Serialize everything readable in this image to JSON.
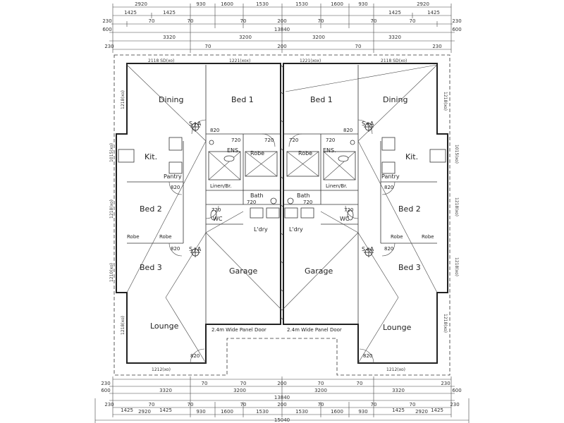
{
  "dims": {
    "row1": [
      "2920",
      "930",
      "1600",
      "1530",
      "1530",
      "1600",
      "930",
      "2920"
    ],
    "row1_sub": [
      "1425",
      "1425",
      "1425",
      "1425"
    ],
    "row2": [
      "230",
      "70",
      "70",
      "70",
      "200",
      "70",
      "70",
      "70",
      "230"
    ],
    "total_long": "13840",
    "row3": [
      "600",
      "3320",
      "3200",
      "3200",
      "3320",
      "600"
    ],
    "row4": [
      "230",
      "70",
      "200",
      "70",
      "230"
    ],
    "bottom_row4": [
      "230",
      "70",
      "70",
      "200",
      "70",
      "70",
      "230"
    ],
    "bottom_row3": [
      "600",
      "3320",
      "3200",
      "3200",
      "3320",
      "600"
    ],
    "bottom_total": "13840",
    "bottom_row2": [
      "230",
      "70",
      "70",
      "70",
      "200",
      "70",
      "70",
      "70",
      "230"
    ],
    "bottom_row1": [
      "2920",
      "930",
      "1600",
      "1530",
      "1530",
      "1600",
      "930",
      "2920"
    ],
    "bottom_row1_sub": [
      "1425",
      "1425",
      "1425",
      "1425"
    ],
    "overall": "15040"
  },
  "windows": {
    "top_left_sd": "2118 SD(xo)",
    "top_bed_left": "1221(xox)",
    "top_bed_right": "1221(xox)",
    "top_right_sd": "2118 SD(xo)",
    "lounge_left": "1212(xo)",
    "lounge_right": "1212(xo)",
    "side_1218": "1218(xo)",
    "side_1015": "1015(xo)",
    "side_1210": "1210(xo)"
  },
  "rooms": {
    "dining": "Dining",
    "bed1": "Bed 1",
    "kit": "Kit.",
    "pantry": "Pantry",
    "ens": "ENS.",
    "robe": "Robe",
    "linen": "Linen/Br.",
    "bath": "Bath",
    "bed2": "Bed 2",
    "wc": "WC",
    "ldry": "L'dry",
    "bed3": "Bed 3",
    "garage": "Garage",
    "lounge": "Lounge",
    "panel_door": "2.4m Wide Panel Door",
    "sa": "S+A"
  },
  "doors": {
    "d820": "820",
    "d720": "720"
  }
}
